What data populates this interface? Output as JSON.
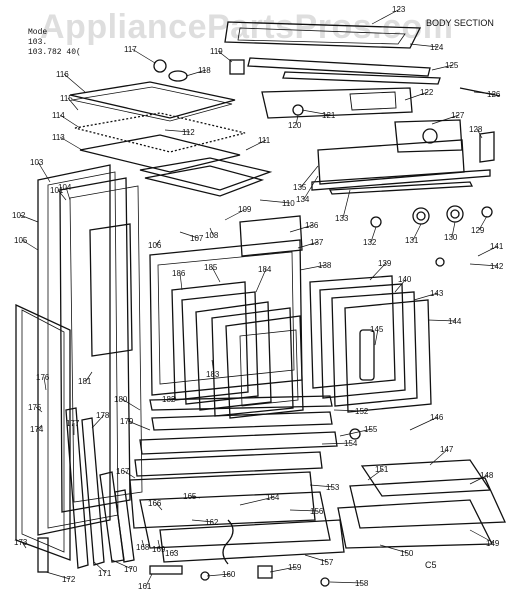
{
  "watermark": "AppliancePartsPros.com",
  "model_lines": [
    "Mode",
    "103.",
    "103.782 40("
  ],
  "section_title": "BODY SECTION",
  "corner_code": "C5",
  "parts": [
    "101",
    "102",
    "103",
    "104",
    "105",
    "106",
    "107",
    "108",
    "109",
    "110",
    "111",
    "112",
    "113",
    "114",
    "115",
    "116",
    "117",
    "118",
    "119",
    "120",
    "121",
    "122",
    "123",
    "124",
    "125",
    "126",
    "127",
    "128",
    "129",
    "130",
    "131",
    "132",
    "133",
    "134",
    "135",
    "136",
    "137",
    "138",
    "139",
    "140",
    "141",
    "142",
    "143",
    "144",
    "145",
    "146",
    "147",
    "148",
    "149",
    "150",
    "151",
    "152",
    "153",
    "154",
    "155",
    "156",
    "157",
    "158",
    "159",
    "160",
    "161",
    "162",
    "163",
    "164",
    "165",
    "166",
    "167",
    "168",
    "169",
    "170",
    "171",
    "172",
    "173",
    "174",
    "175",
    "176",
    "177",
    "178",
    "179",
    "180",
    "181",
    "182",
    "183",
    "184",
    "185",
    "186"
  ]
}
